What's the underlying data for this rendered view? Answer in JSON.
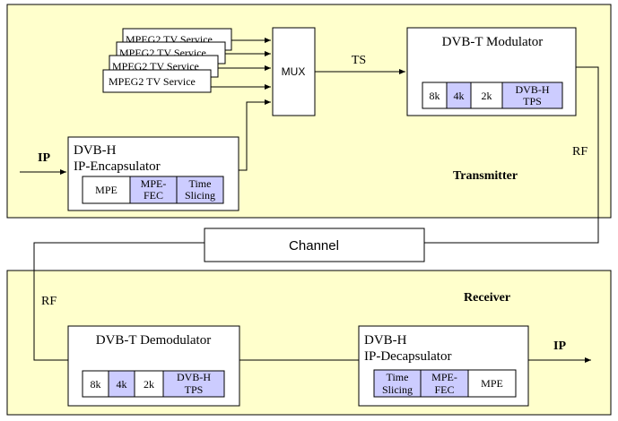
{
  "transmitter": {
    "label": "Transmitter",
    "mpeg2_services": [
      "MPEG2 TV Service",
      "MPEG2 TV Service",
      "MPEG2 TV Service",
      "MPEG2 TV Service"
    ],
    "mux_label": "MUX",
    "ts_label": "TS",
    "modulator": {
      "title": "DVB-T Modulator",
      "cells": [
        "8k",
        "4k",
        "2k",
        "DVB-H",
        "TPS"
      ]
    },
    "encapsulator": {
      "title_line1": "DVB-H",
      "title_line2": "IP-Encapsulator",
      "cells": [
        "MPE",
        "MPE-",
        "FEC",
        "Time",
        "Slicing"
      ]
    },
    "ip_in_label": "IP",
    "rf_label": "RF"
  },
  "channel": {
    "label": "Channel"
  },
  "receiver": {
    "label": "Receiver",
    "rf_label": "RF",
    "demodulator": {
      "title": "DVB-T Demodulator",
      "cells": [
        "8k",
        "4k",
        "2k",
        "DVB-H",
        "TPS"
      ]
    },
    "decapsulator": {
      "title_line1": "DVB-H",
      "title_line2": "IP-Decapsulator",
      "cells": [
        "Time",
        "Slicing",
        "MPE-",
        "FEC",
        "MPE"
      ]
    },
    "ip_out_label": "IP"
  },
  "colors": {
    "region_fill": "#ffffcc",
    "highlight_fill": "#ccccff",
    "stroke": "#000000"
  }
}
